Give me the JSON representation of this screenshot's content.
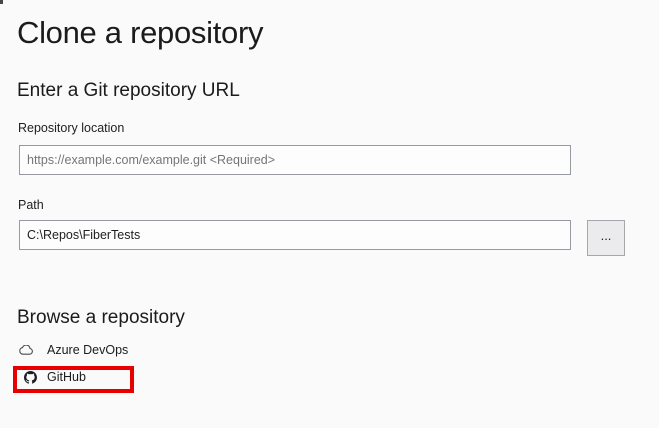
{
  "window": {
    "title": "Clone a repository"
  },
  "url_section": {
    "heading": "Enter a Git repository URL",
    "repository_location": {
      "label": "Repository location",
      "placeholder": "https://example.com/example.git <Required>",
      "value": ""
    },
    "path": {
      "label": "Path",
      "value": "C:\\Repos\\FiberTests"
    },
    "browse_button_label": "..."
  },
  "browse_section": {
    "heading": "Browse a repository",
    "items": [
      {
        "label": "Azure DevOps",
        "icon": "cloud-icon",
        "highlighted": false
      },
      {
        "label": "GitHub",
        "icon": "github-icon",
        "highlighted": true
      }
    ]
  },
  "annotation": {
    "type": "red-highlight-box",
    "target": "GitHub"
  },
  "colors": {
    "background": "#fafafa",
    "text": "#1b1b1b",
    "input_border": "#979aa2",
    "input_background": "#fdfdfd",
    "placeholder": "#757575",
    "button_background": "#ebebee",
    "button_border": "#a6a6ab",
    "highlight_red": "#e80000",
    "github_icon": "#1b1f23",
    "cloud_icon": "#4a4a4a"
  }
}
